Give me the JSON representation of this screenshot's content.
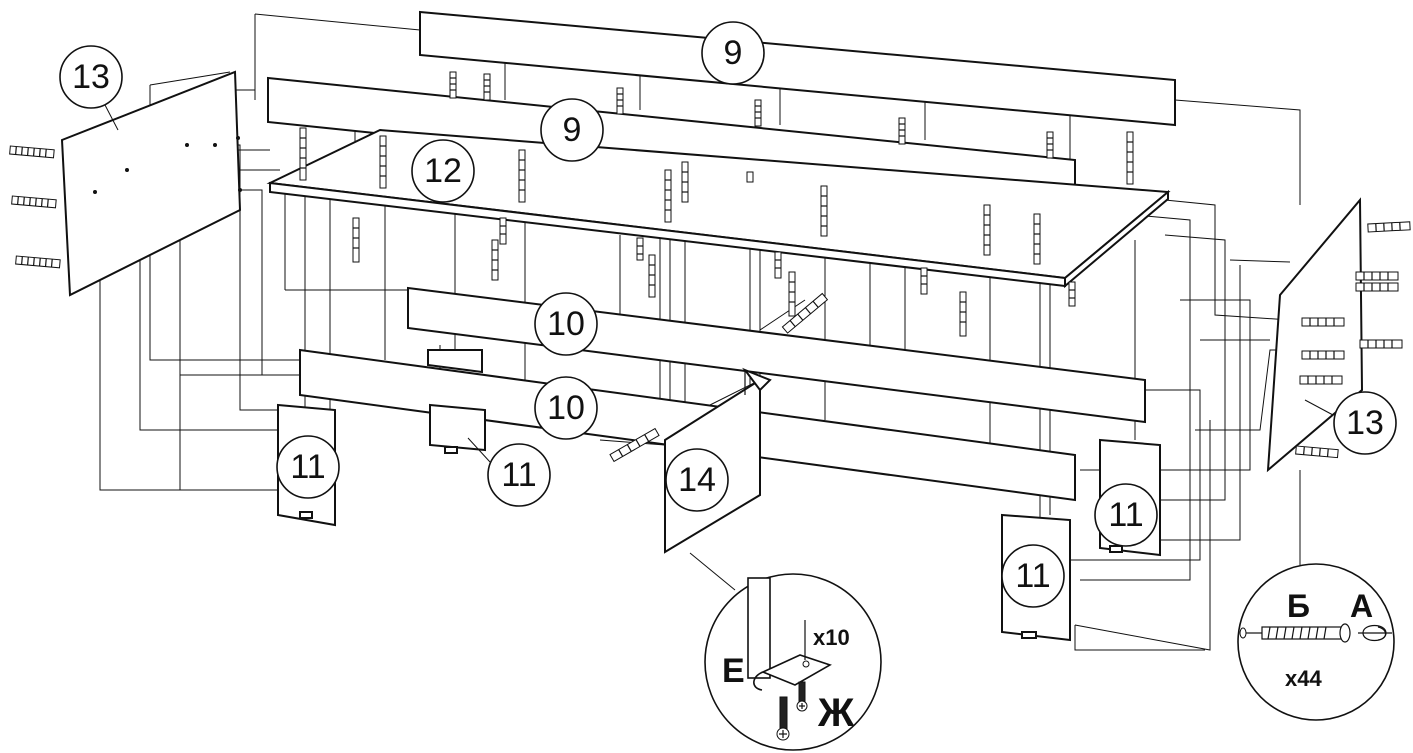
{
  "diagram": {
    "part_labels": {
      "p9_top": "9",
      "p9_mid": "9",
      "p12": "12",
      "p13_left": "13",
      "p13_right": "13",
      "p10_top": "10",
      "p10_bottom": "10",
      "p11_a": "11",
      "p11_b": "11",
      "p11_c": "11",
      "p11_d": "11",
      "p14": "14"
    },
    "detail_bracket": {
      "quantity": "x10",
      "label_e": "Е",
      "label_zh": "Ж"
    },
    "detail_screw": {
      "quantity": "x44",
      "label_b": "Б",
      "label_a": "А"
    },
    "colors": {
      "line": "#111111",
      "background": "#ffffff"
    },
    "icons": [
      "confirmat-screw-icon",
      "dowel-icon",
      "corner-bracket-icon"
    ]
  }
}
